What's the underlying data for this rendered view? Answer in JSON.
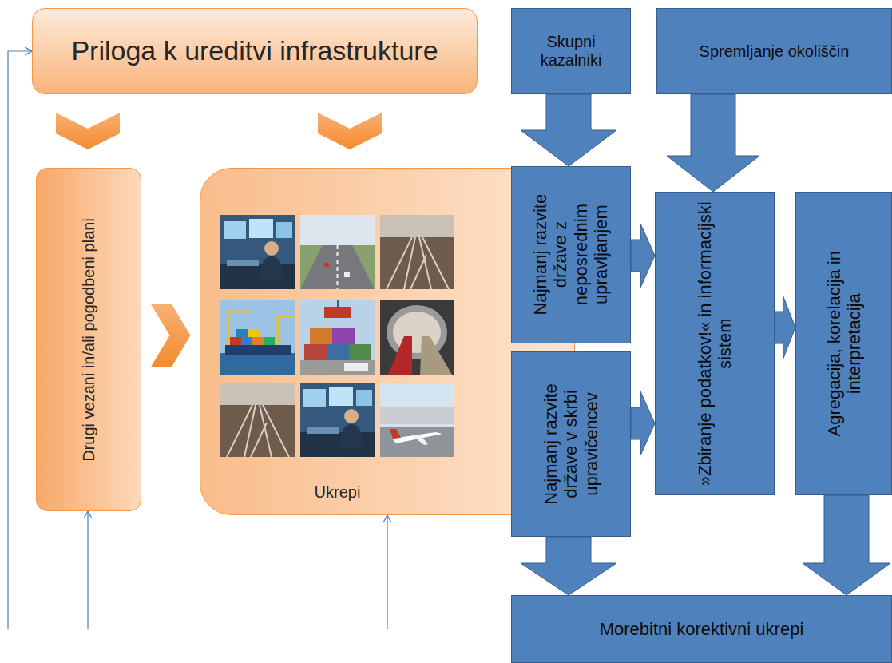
{
  "diagram": {
    "nodes": [
      {
        "text": [
          "Priloga k ureditvi infrastrukture"
        ]
      },
      {
        "text": [
          "Drugi vezani in/ali pogodbeni plani"
        ]
      },
      {
        "text": [
          "Ukrepi"
        ]
      },
      {
        "text": [
          "Skupni kazalniki"
        ]
      },
      {
        "text": [
          "Spremljanje okoliščin"
        ]
      },
      {
        "text": [
          "Najmanj razvite države z neposrednim upravljanjem"
        ]
      },
      {
        "text": [
          "Najmanj razvite države v skrbi upravičencev"
        ]
      },
      {
        "text": [
          "»Zbiranje podatkov!« in informacijski sistem"
        ]
      },
      {
        "text": [
          "Agregacija, korelacija in interpretacija"
        ]
      },
      {
        "text": [
          "Morebitni korektivni ukrepi"
        ]
      }
    ],
    "edges": [
      {
        "from": 0,
        "to": 1,
        "arrow": "to"
      },
      {
        "from": 0,
        "to": 2,
        "arrow": "to"
      },
      {
        "from": 1,
        "to": 2,
        "arrow": "to"
      },
      {
        "from": 3,
        "to": 5,
        "arrow": "to"
      },
      {
        "from": 4,
        "to": 7,
        "arrow": "to"
      },
      {
        "from": 5,
        "to": 7,
        "arrow": "to"
      },
      {
        "from": 6,
        "to": 7,
        "arrow": "to"
      },
      {
        "from": 7,
        "to": 8,
        "arrow": "to"
      },
      {
        "from": 6,
        "to": 9,
        "arrow": "to"
      },
      {
        "from": 8,
        "to": 9,
        "arrow": "to"
      },
      {
        "from": 9,
        "to": 0,
        "arrow": "to"
      },
      {
        "from": 9,
        "to": 1,
        "arrow": "to"
      },
      {
        "from": 9,
        "to": 2,
        "arrow": "to"
      }
    ]
  }
}
